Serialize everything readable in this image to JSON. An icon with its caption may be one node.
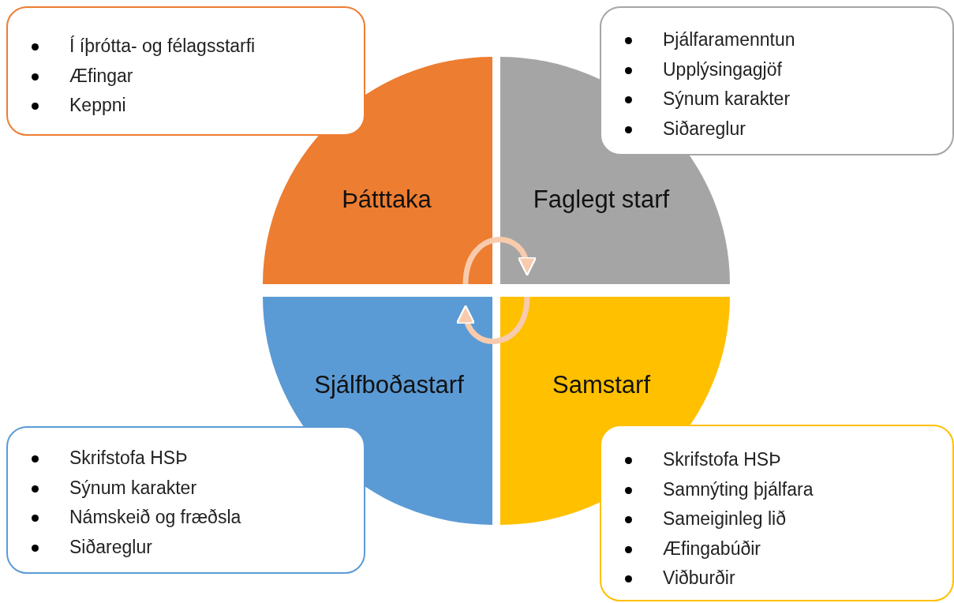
{
  "diagram": {
    "nodes": [
      {
        "text": [
          "Í íþrótta- og félagsstarfi",
          "Æfingar",
          "Keppni"
        ]
      },
      {
        "text": [
          "Þjálfaramenntun",
          "Upplýsingagjöf",
          "Sýnum karakter",
          "Siðareglur"
        ]
      },
      {
        "text": [
          "Þátttaka"
        ]
      },
      {
        "text": [
          "Faglegt starf"
        ]
      },
      {
        "text": [
          "Sjálfboðastarf"
        ]
      },
      {
        "text": [
          "Samstarf"
        ]
      },
      {
        "text": [
          "Skrifstofa HSÞ",
          "Sýnum karakter",
          "Námskeið og fræðsla",
          "Siðareglur"
        ]
      },
      {
        "text": [
          "Skrifstofa HSÞ",
          "Samnýting þjálfara",
          "Sameiginleg lið",
          "Æfingabúðir",
          "Viðburðir"
        ]
      }
    ],
    "edges": [
      {
        "from": 2,
        "to": 3,
        "arrow": "to"
      },
      {
        "from": 5,
        "to": 4,
        "arrow": "to"
      }
    ]
  }
}
